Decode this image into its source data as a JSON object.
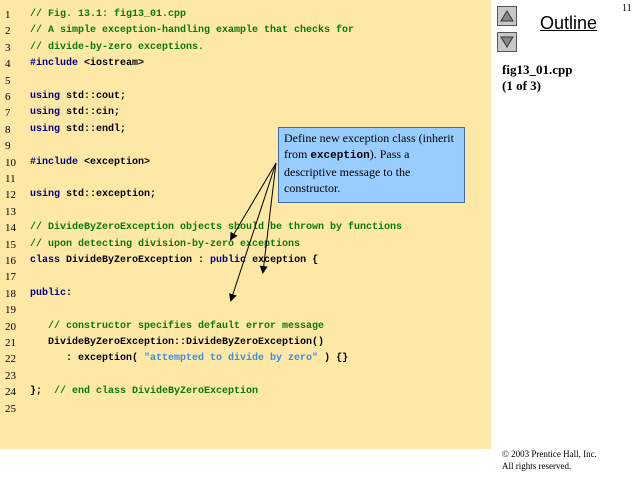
{
  "slide_number": "11",
  "outline": {
    "title": "Outline",
    "up_icon": "triangle-up-icon",
    "down_icon": "triangle-down-icon",
    "file_name": "fig13_01.cpp",
    "page_indicator": "(1 of 3)"
  },
  "code_lines": [
    {
      "num": "1",
      "text": "// Fig. 13.1: fig13_01.cpp",
      "kind": "comment"
    },
    {
      "num": "2",
      "text": "// A simple exception-handling example that checks for",
      "kind": "comment"
    },
    {
      "num": "3",
      "text": "// divide-by-zero exceptions.",
      "kind": "comment"
    },
    {
      "num": "4",
      "text": "#include <iostream>",
      "kind": "directive"
    },
    {
      "num": "5",
      "text": "",
      "kind": "plain"
    },
    {
      "num": "6",
      "text": "using std::cout;",
      "kind": "keyword"
    },
    {
      "num": "7",
      "text": "using std::cin;",
      "kind": "keyword"
    },
    {
      "num": "8",
      "text": "using std::endl;",
      "kind": "keyword"
    },
    {
      "num": "9",
      "text": "",
      "kind": "plain"
    },
    {
      "num": "10",
      "text": "#include <exception>",
      "kind": "directive"
    },
    {
      "num": "11",
      "text": "",
      "kind": "plain"
    },
    {
      "num": "12",
      "text": "using std::exception;",
      "kind": "keyword"
    },
    {
      "num": "13",
      "text": "",
      "kind": "plain"
    },
    {
      "num": "14",
      "text": "// DivideByZeroException objects should be thrown by functions",
      "kind": "comment"
    },
    {
      "num": "15",
      "text": "// upon detecting division-by-zero exceptions",
      "kind": "comment"
    },
    {
      "num": "16",
      "text": "class DivideByZeroException : public exception {",
      "kind": "keyword"
    },
    {
      "num": "17",
      "text": "",
      "kind": "plain"
    },
    {
      "num": "18",
      "text": "public:",
      "kind": "keyword"
    },
    {
      "num": "19",
      "text": "",
      "kind": "plain"
    },
    {
      "num": "20",
      "text": "   // constructor specifies default error message",
      "kind": "comment"
    },
    {
      "num": "21",
      "text": "   DivideByZeroException::DivideByZeroException()",
      "kind": "plain"
    },
    {
      "num": "22",
      "text": "      : exception( \"attempted to divide by zero\" ) {}",
      "kind": "string"
    },
    {
      "num": "23",
      "text": "",
      "kind": "plain"
    },
    {
      "num": "24",
      "text": "};  // end class DivideByZeroException",
      "kind": "comment"
    },
    {
      "num": "25",
      "text": "",
      "kind": "plain"
    }
  ],
  "callout": {
    "text_before": "Define new exception class (inherit from ",
    "code_word": "exception",
    "text_after": "). Pass a descriptive message to the constructor."
  },
  "copyright": {
    "line1": "© 2003 Prentice Hall, Inc.",
    "line2": "All rights reserved."
  }
}
